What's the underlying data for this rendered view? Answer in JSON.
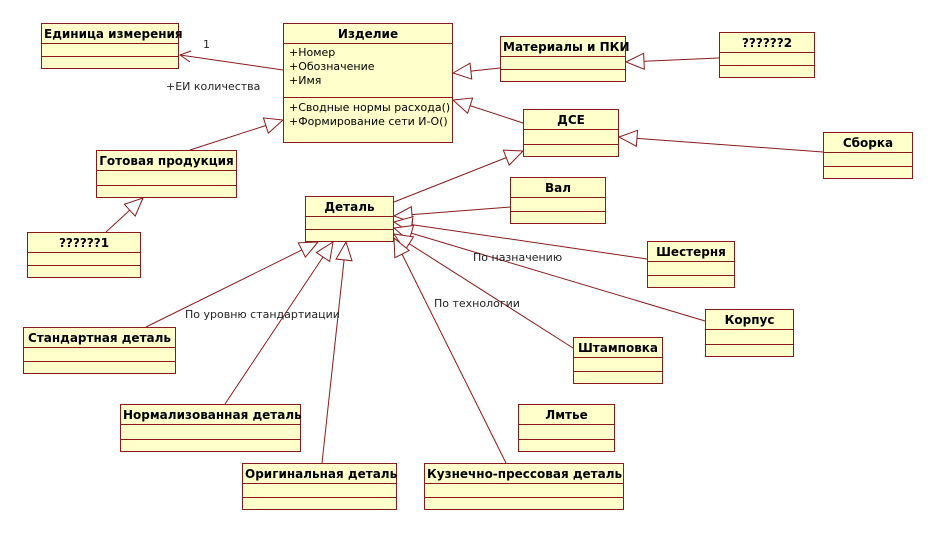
{
  "classes": {
    "izdelie": {
      "name": "Изделие",
      "attributes": [
        "+Номер",
        "+Обозначение",
        "+Имя"
      ],
      "operations": [
        "+Сводные нормы расхода()",
        "+Формирование сети И-О()"
      ]
    },
    "edinica": {
      "name": "Единица измерения"
    },
    "materialy": {
      "name": "Материалы и ПКИ"
    },
    "q2": {
      "name": "??????2"
    },
    "dse": {
      "name": "ДСЕ"
    },
    "sborka": {
      "name": "Сборка"
    },
    "gotovaya": {
      "name": "Готовая продукция"
    },
    "q1": {
      "name": "??????1"
    },
    "detal": {
      "name": "Деталь"
    },
    "val": {
      "name": "Вал"
    },
    "shesternya": {
      "name": "Шестерня"
    },
    "korpus": {
      "name": "Корпус"
    },
    "shtampovka": {
      "name": "Штамповка"
    },
    "litye": {
      "name": "Лмтье"
    },
    "standartnaya": {
      "name": "Стандартная деталь"
    },
    "normalizovannaya": {
      "name": "Нормализованная деталь"
    },
    "originalnaya": {
      "name": "Оригинальная деталь"
    },
    "kuznechno": {
      "name": "Кузнечно-прессовая деталь"
    }
  },
  "labels": {
    "multiplicity": "1",
    "role": "+ЕИ количества",
    "po_naznacheniyu": "По назначению",
    "po_tehnologii": "По технологии",
    "po_urovnyu": "По уровню стандартиации"
  }
}
